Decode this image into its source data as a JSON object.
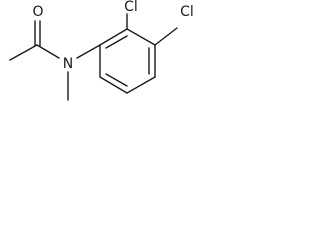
{
  "molecule": {
    "atoms": {
      "oxygen": "O",
      "nitrogen": "N",
      "chlorine_ortho": "Cl",
      "chlorine_para": "Cl"
    }
  },
  "colors": {
    "ink": "#1a1a1a",
    "background": "#ffffff"
  }
}
